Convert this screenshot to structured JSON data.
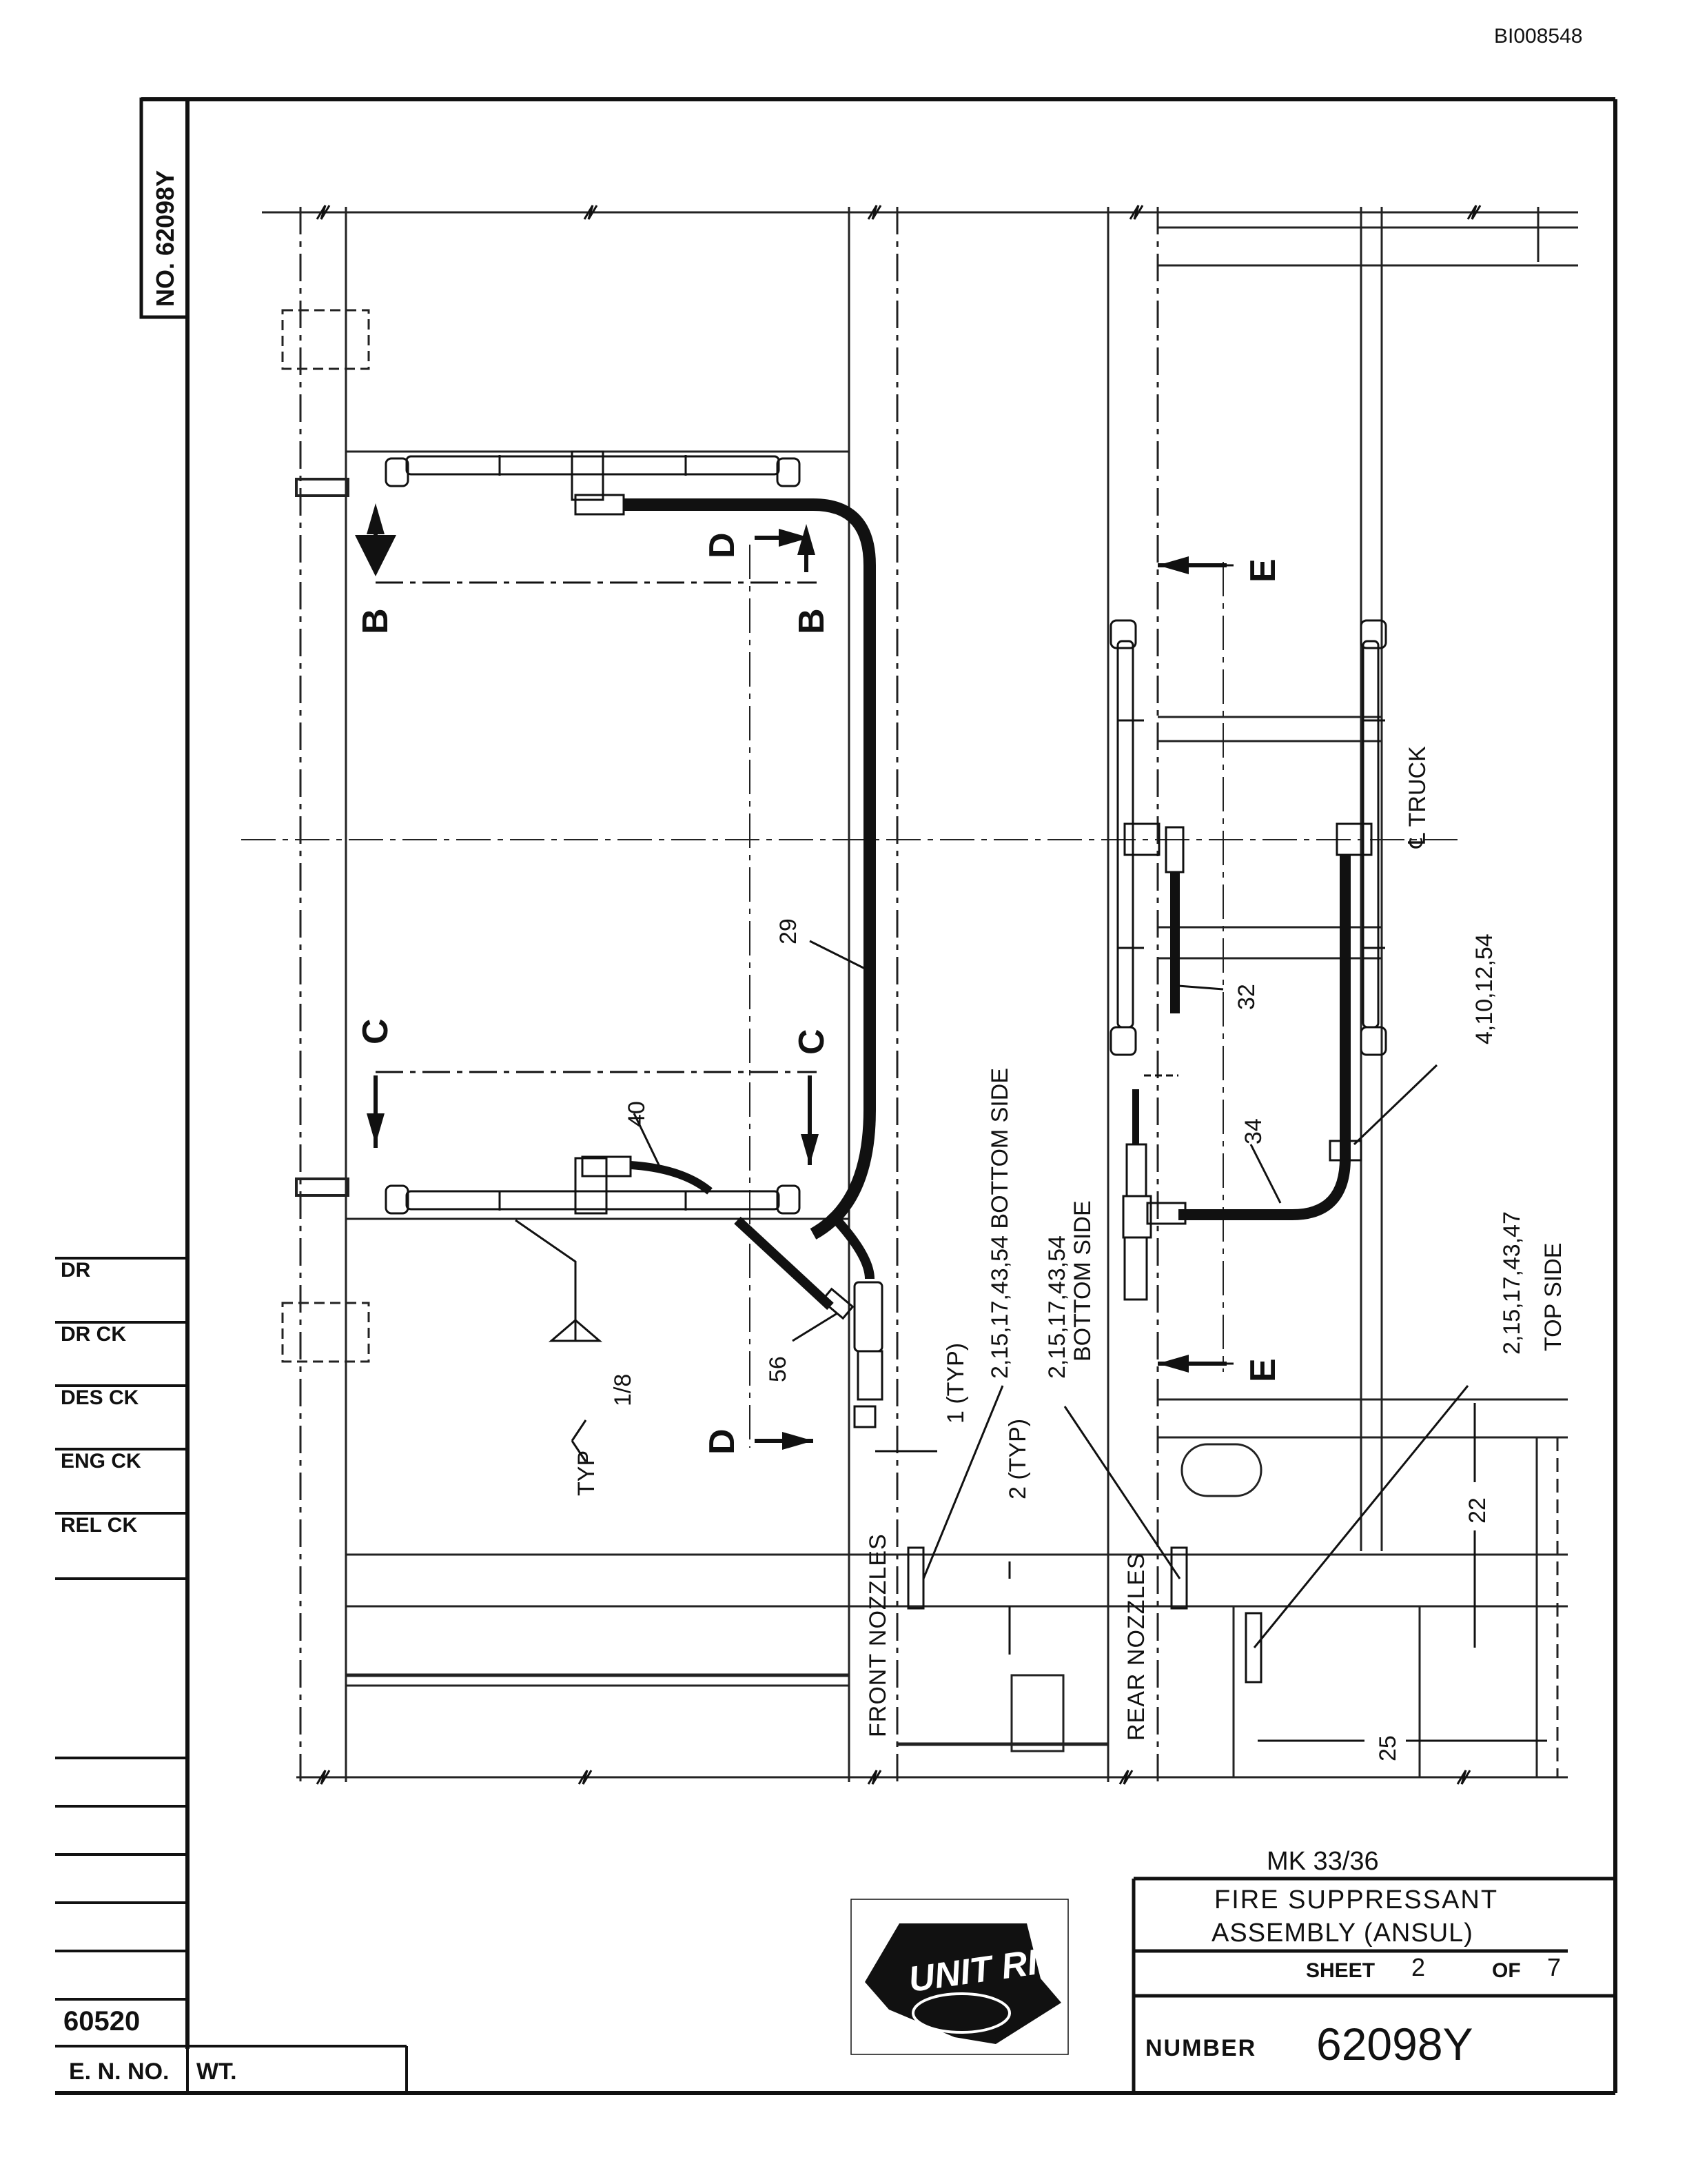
{
  "doc_id": "BI008548",
  "drawing_no_vertical": "NO. 62098Y",
  "section_labels": {
    "b": "B",
    "c": "C",
    "d": "D",
    "e": "E"
  },
  "callouts": {
    "c29": "29",
    "c40": "40",
    "c56": "56",
    "c32": "32",
    "c34": "34",
    "c4": "4,10,12,54",
    "front_bottom": "2,15,17,43,54 BOTTOM SIDE",
    "rear_bottom_nums": "2,15,17,43,54",
    "rear_bottom_side": "BOTTOM SIDE",
    "top_nums": "2,15,17,43,47",
    "top_side": "TOP SIDE",
    "typ_weld": "TYP",
    "weld_size": "1/8",
    "dim_1": "1 (TYP)",
    "dim_2": "2 (TYP)",
    "dim_22": "22",
    "dim_25": "25",
    "truck": "℄ TRUCK",
    "front_nozzles": "FRONT NOZZLES",
    "rear_nozzles": "REAR NOZZLES"
  },
  "revision_block": {
    "rows": [
      "DR",
      "DR CK",
      "DES CK",
      "ENG CK",
      "REL CK"
    ],
    "en_value": "60520",
    "en_label": "E. N. NO.",
    "wt_label": "WT."
  },
  "title_block": {
    "model": "MK 33/36",
    "title_line1": "FIRE SUPPRESSANT",
    "title_line2": "ASSEMBLY (ANSUL)",
    "sheet_label": "SHEET",
    "sheet_num": "2",
    "of_label": "OF",
    "sheet_total": "7",
    "number_label": "NUMBER",
    "number": "62098Y",
    "logo_text": "UNIT RIG"
  }
}
